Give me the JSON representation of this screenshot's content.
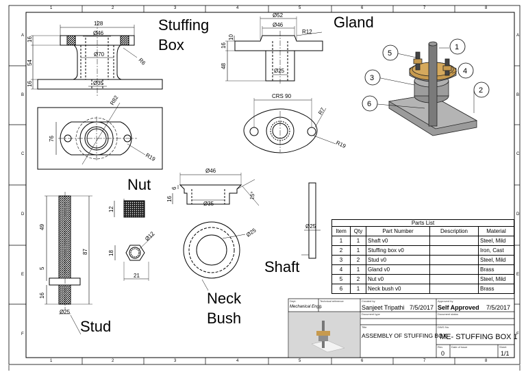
{
  "zones_top": [
    "1",
    "2",
    "3",
    "4",
    "5",
    "6",
    "7",
    "8"
  ],
  "zones_side": [
    "A",
    "B",
    "C",
    "D",
    "E",
    "F"
  ],
  "callouts": {
    "stuffing_box": "Stuffing\nBox",
    "gland": "Gland",
    "nut": "Nut",
    "neck_bush": "Neck\nBush",
    "shaft": "Shaft",
    "stud": "Stud"
  },
  "dimensions": {
    "sb_128": "128",
    "sb_46": "Ø46",
    "sb_70": "Ø70",
    "sb_35": "Ø35",
    "sb_r6": "R6",
    "sb_16a": "16",
    "sb_54": "54",
    "sb_16b": "16",
    "sb_r82": "R82",
    "sb_76": "76",
    "sb_r19": "R19",
    "gl_52": "Ø52",
    "gl_46": "Ø46",
    "gl_r12": "R12",
    "gl_16": "16",
    "gl_10": "10",
    "gl_48": "48",
    "gl_25": "Ø25",
    "gl_crs": "CRS 90",
    "gl_r7": "R7",
    "gl_r19": "R19",
    "nb_46": "Ø46",
    "nb_6": "6",
    "nb_16": "16",
    "nb_35": "Ø35",
    "nb_15": "15°",
    "nb_25": "Ø25",
    "nut_12": "12",
    "nut_18": "18",
    "nut_21": "21",
    "nut_012": "Ø12",
    "stud_49": "49",
    "stud_87": "87",
    "stud_5": "5",
    "stud_16": "16",
    "stud_25": "Ø25",
    "shaft_25": "Ø25"
  },
  "balloons": [
    "1",
    "2",
    "3",
    "4",
    "5",
    "6"
  ],
  "parts_list": {
    "title": "Parts List",
    "headers": [
      "Item",
      "Qty",
      "Part Number",
      "Description",
      "Material"
    ],
    "rows": [
      [
        "1",
        "1",
        "Shaft v0",
        "",
        "Steel, Mild"
      ],
      [
        "2",
        "1",
        "Stuffing box v0",
        "",
        "Iron, Cast"
      ],
      [
        "3",
        "2",
        "Stud v0",
        "",
        "Steel, Mild"
      ],
      [
        "4",
        "1",
        "Gland v0",
        "",
        "Brass"
      ],
      [
        "5",
        "2",
        "Nut v0",
        "",
        "Steel, Mild"
      ],
      [
        "6",
        "1",
        "Neck bush v0",
        "",
        "Brass"
      ]
    ]
  },
  "title_block": {
    "dept_label": "Dept.",
    "dept": "Mechanical Engg.",
    "tech_ref_label": "Technical reference",
    "created_by_label": "Created by",
    "created_by": "Sanjeet Tripathi",
    "created_date": "7/5/2017",
    "approved_by_label": "Approved by",
    "approved_by": "Self Approved",
    "approved_date": "7/5/2017",
    "doc_type_label": "Document type",
    "doc_status_label": "Document status",
    "title_label": "Title",
    "title": "ASSEMBLY OF STUFFING BOX",
    "dwg_no_label": "DWG No.",
    "dwg_no": "ME- STUFFING BOX 1",
    "rev_label": "Rev.",
    "rev": "0",
    "date_issue_label": "Date of issue",
    "sheet_label": "Sheet",
    "sheet": "1/1"
  },
  "colors": {
    "brass": "#c79a4e",
    "steel": "#8a8a8a",
    "box": "#9b9b9b",
    "line": "#000000"
  }
}
